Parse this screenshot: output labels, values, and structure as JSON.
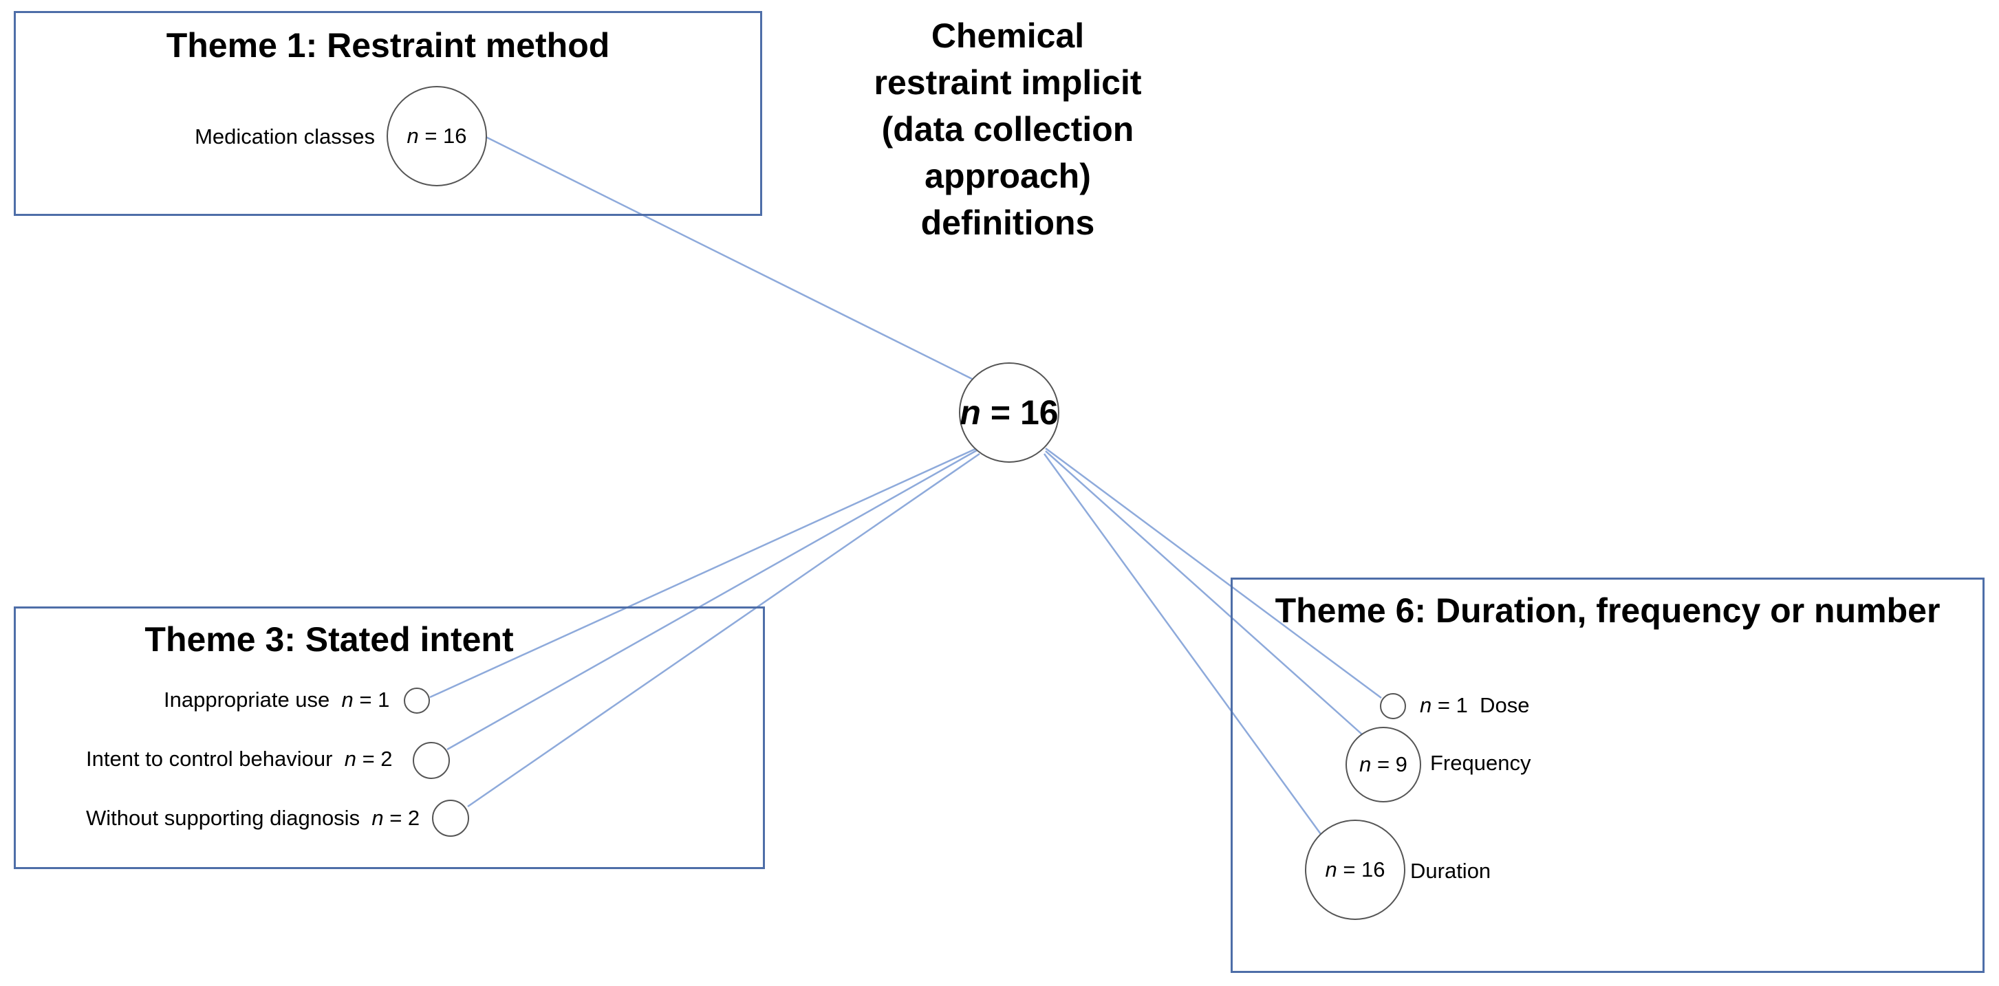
{
  "center": {
    "title": "Chemical restraint implicit (data collection approach) definitions",
    "count_n": "n",
    "count_value": "= 16"
  },
  "themes": [
    {
      "title": "Theme 1: Restraint method",
      "items": [
        {
          "label": "Medication classes",
          "n": "n",
          "value": "= 16"
        }
      ]
    },
    {
      "title": "Theme 3: Stated intent",
      "items": [
        {
          "label": "Inappropriate use",
          "n": "n",
          "value": "= 1"
        },
        {
          "label": "Intent to control behaviour",
          "n": "n",
          "value": "= 2"
        },
        {
          "label": "Without supporting diagnosis",
          "n": "n",
          "value": "= 2"
        }
      ]
    },
    {
      "title": "Theme 6: Duration, frequency or number",
      "items": [
        {
          "label": "Dose",
          "n": "n",
          "value": "= 1"
        },
        {
          "label": "Frequency",
          "n": "n",
          "value": "= 9"
        },
        {
          "label": "Duration",
          "n": "n",
          "value": "= 16"
        }
      ]
    }
  ],
  "colors": {
    "box_border": "#4e6ea8",
    "connector": "#8eaadb",
    "circle_border": "#555555"
  }
}
